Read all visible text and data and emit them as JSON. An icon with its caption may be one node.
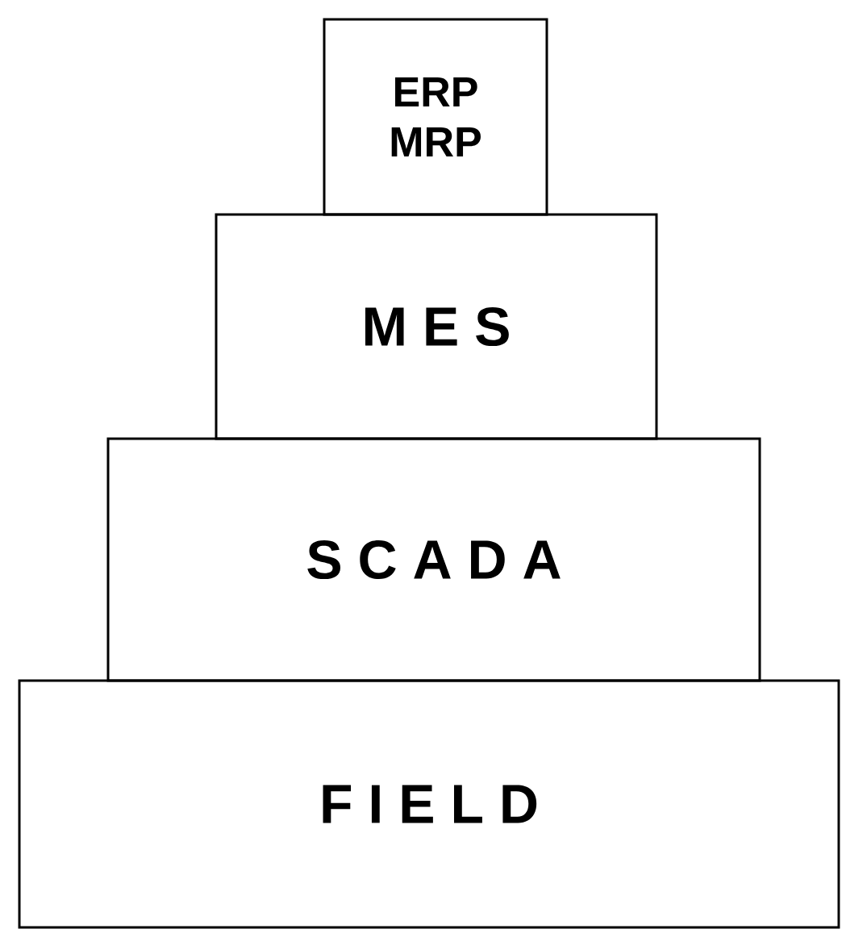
{
  "diagram": {
    "nodes": [
      {
        "text": [
          "ERP",
          "MRP"
        ]
      },
      {
        "text": [
          "M E S"
        ]
      },
      {
        "text": [
          "S C A D A"
        ]
      },
      {
        "text": [
          "F I E L D"
        ]
      }
    ]
  }
}
